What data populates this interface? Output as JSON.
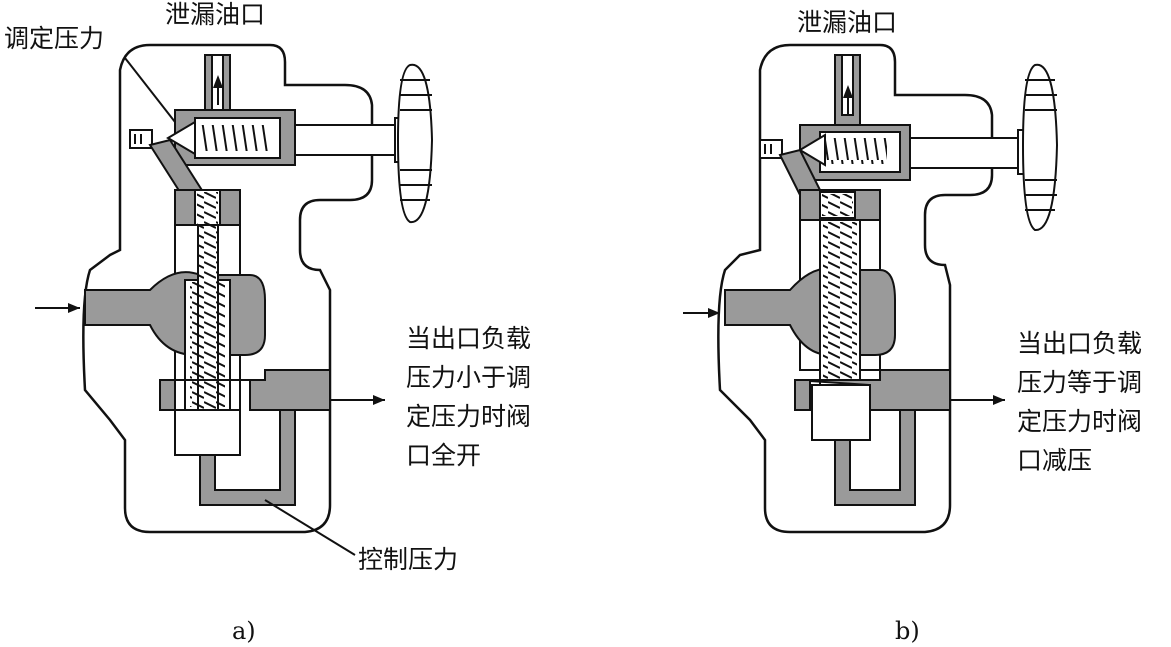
{
  "panel_a": {
    "label_leak": "泄漏油口",
    "label_set_pressure": "调定压力",
    "label_control_pressure": "控制压力",
    "note_lines": [
      "当出口负载",
      "压力小于调",
      "定压力时阀",
      "口全开"
    ],
    "caption": "a)"
  },
  "panel_b": {
    "label_leak": "泄漏油口",
    "note_lines": [
      "当出口负载",
      "压力等于调",
      "定压力时阀",
      "口减压"
    ],
    "caption": "b)"
  },
  "colors": {
    "fluid": "#9a9a9a",
    "line": "#111111",
    "body": "#ffffff"
  }
}
